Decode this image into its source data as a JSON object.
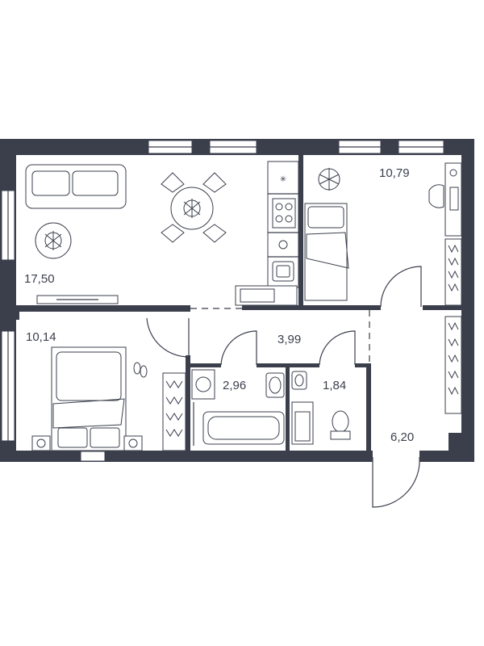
{
  "rooms": {
    "living": {
      "area": "17,50"
    },
    "bedroom_small": {
      "area": "10,79"
    },
    "bedroom": {
      "area": "10,14"
    },
    "corridor": {
      "area": "3,99"
    },
    "bathroom": {
      "area": "2,96"
    },
    "toilet": {
      "area": "1,84"
    },
    "hall": {
      "area": "6,20"
    }
  },
  "colors": {
    "wall": "#3b3f4c",
    "background": "#ffffff"
  }
}
